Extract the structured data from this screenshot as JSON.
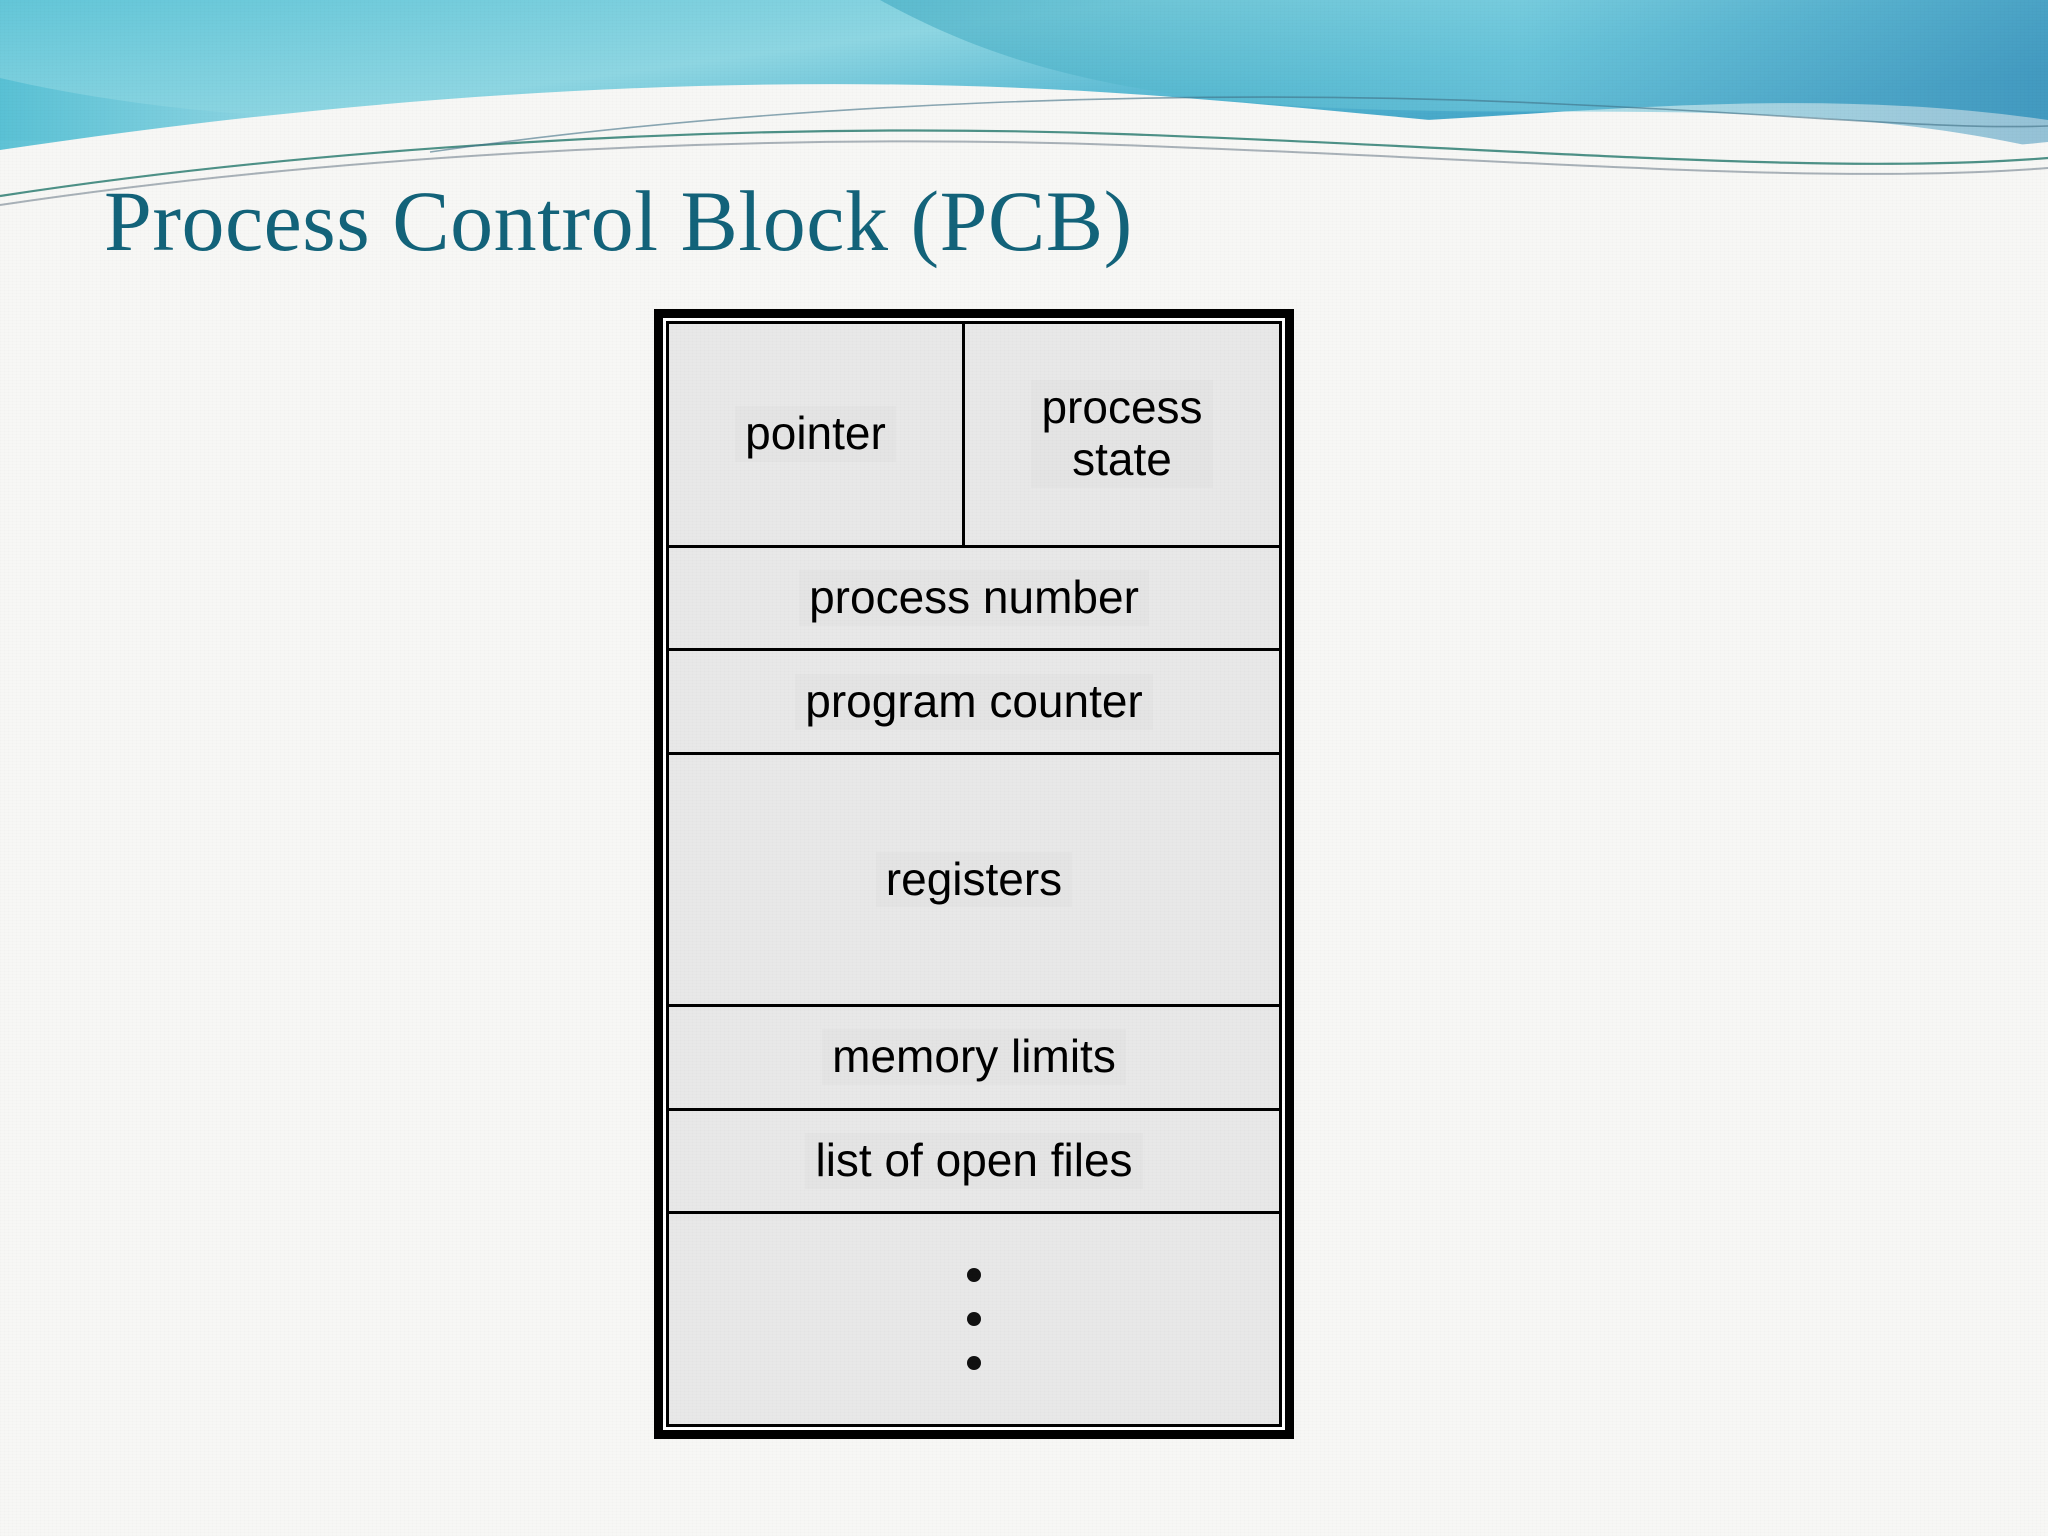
{
  "slide": {
    "background_color": "#f7f7f5",
    "title": "Process Control Block (PCB)",
    "title_color": "#13637a"
  },
  "banner": {
    "name": "decorative-wave-banner",
    "colors": {
      "teal_dark": "#3aacc4",
      "teal_mid": "#6fc9da",
      "teal_light": "#a8dfe9",
      "blue_steel": "#5aa7c8",
      "line_green": "#2f7f73",
      "line_gray": "#8d9aa3"
    }
  },
  "pcb": {
    "name": "process-control-block-diagram",
    "border_color": "#000000",
    "cell_fill": "#e8e8e8",
    "rows": [
      {
        "type": "split",
        "left": "pointer",
        "right": "process\nstate"
      },
      {
        "type": "single",
        "label": "process number"
      },
      {
        "type": "single",
        "label": "program counter"
      },
      {
        "type": "single",
        "label": "registers"
      },
      {
        "type": "single",
        "label": "memory limits"
      },
      {
        "type": "single",
        "label": "list of open files"
      },
      {
        "type": "dots",
        "label": "⋮",
        "dot_count": 3
      }
    ],
    "fields": {
      "pointer": "pointer",
      "process_state_line1": "process",
      "process_state_line2": "state",
      "process_number": "process number",
      "program_counter": "program counter",
      "registers": "registers",
      "memory_limits": "memory limits",
      "list_of_open_files": "list of open files"
    }
  }
}
